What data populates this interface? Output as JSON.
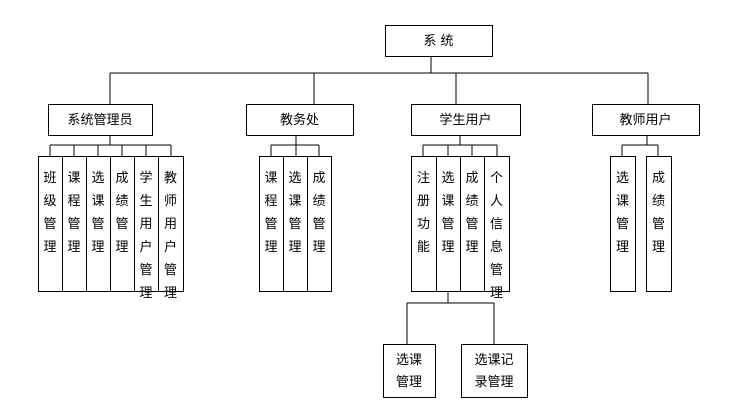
{
  "nodes": {
    "root": {
      "label": "系 统"
    },
    "admin": {
      "label": "系统管理员"
    },
    "office": {
      "label": "教务处"
    },
    "student": {
      "label": "学生用户"
    },
    "teacher": {
      "label": "教师用户"
    },
    "admin_c1": {
      "label": "班级管理"
    },
    "admin_c2": {
      "label": "课程管理"
    },
    "admin_c3": {
      "label": "选课管理"
    },
    "admin_c4": {
      "label": "成绩管理"
    },
    "admin_c5": {
      "label": "学生用户管理"
    },
    "admin_c6": {
      "label": "教师用户管理"
    },
    "office_c1": {
      "label": "课程管理"
    },
    "office_c2": {
      "label": "选课管理"
    },
    "office_c3": {
      "label": "成绩管理"
    },
    "student_c1": {
      "label": "注册功能"
    },
    "student_c2": {
      "label": "选课管理"
    },
    "student_c3": {
      "label": "成绩管理"
    },
    "student_c4": {
      "label": "个人信息管理"
    },
    "teacher_c1": {
      "label": "选课管理"
    },
    "teacher_c2": {
      "label": "成绩管理"
    },
    "sub_c1": {
      "label": "选课管理"
    },
    "sub_c2": {
      "label": "选课记录管理"
    }
  }
}
